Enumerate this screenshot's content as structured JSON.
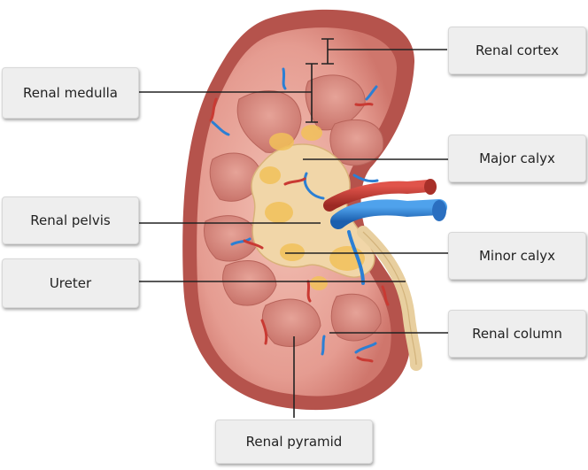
{
  "labels": {
    "renal_cortex": "Renal cortex",
    "renal_medulla": "Renal medulla",
    "major_calyx": "Major calyx",
    "renal_pelvis": "Renal pelvis",
    "minor_calyx": "Minor calyx",
    "ureter": "Ureter",
    "renal_column": "Renal column",
    "renal_pyramid": "Renal pyramid"
  },
  "colors": {
    "capsule": "#b5534c",
    "cortex": "#e8a59a",
    "medulla": "#d78a80",
    "pyramid": "#c9766d",
    "pelvis": "#f1d6a8",
    "fat": "#f2c15a",
    "artery": "#c93a33",
    "vein": "#2b7fd4",
    "ureter": "#e8cf9f"
  }
}
